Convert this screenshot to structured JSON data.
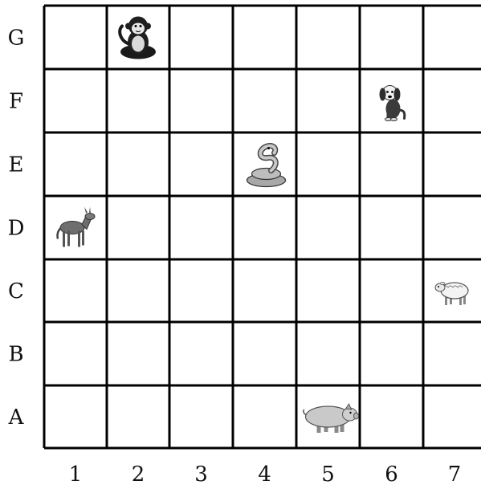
{
  "grid": {
    "row_labels": [
      "G",
      "F",
      "E",
      "D",
      "C",
      "B",
      "A"
    ],
    "col_labels": [
      "1",
      "2",
      "3",
      "4",
      "5",
      "6",
      "7"
    ],
    "line_color": "#000000",
    "background": "#ffffff"
  },
  "animals": [
    {
      "name": "monkey",
      "row": "G",
      "col": "2",
      "icon": "monkey-icon"
    },
    {
      "name": "dog",
      "row": "F",
      "col": "6",
      "icon": "dog-icon"
    },
    {
      "name": "snake",
      "row": "E",
      "col": "4",
      "icon": "snake-icon"
    },
    {
      "name": "donkey",
      "row": "D",
      "col": "1",
      "icon": "donkey-icon"
    },
    {
      "name": "sheep",
      "row": "C",
      "col": "7",
      "icon": "sheep-icon"
    },
    {
      "name": "pig",
      "row": "A",
      "col": "5",
      "icon": "pig-icon"
    }
  ]
}
